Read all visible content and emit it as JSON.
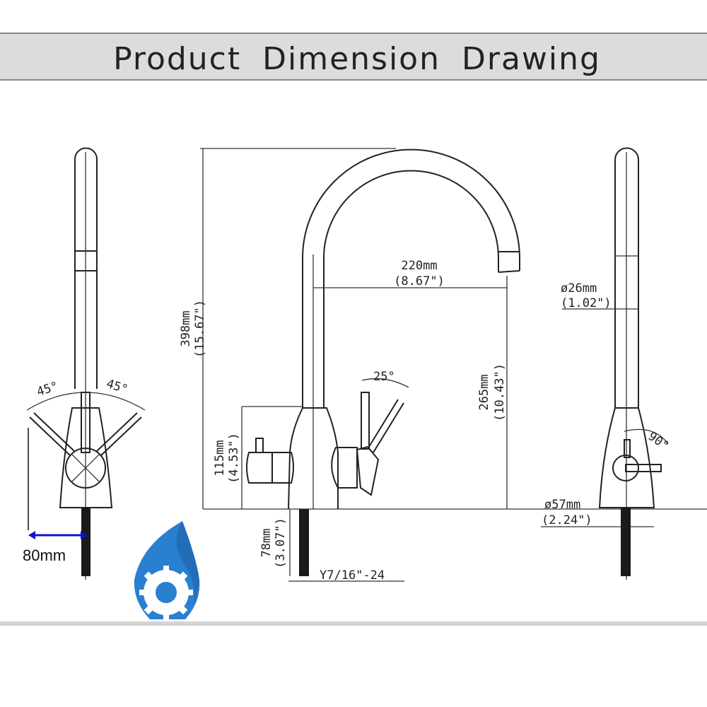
{
  "header": {
    "title": "Product Dimension Drawing"
  },
  "front_view": {
    "angle_left": "45°",
    "angle_right": "45°",
    "offset_label": "80mm",
    "arrow_color": "#1010d0"
  },
  "side_view": {
    "height_mm": "398mm",
    "height_in": "(15.67\")",
    "reach_mm": "220mm",
    "reach_in": "(8.67\")",
    "spout_height_mm": "265mm",
    "spout_height_in": "(10.43\")",
    "body_height_mm": "115mm",
    "body_height_in": "(4.53\")",
    "shank_mm": "78mm",
    "shank_in": "(3.07\")",
    "thread": "Y7/16\"-24",
    "handle_angle": "25°"
  },
  "rear_view": {
    "tube_dia_mm": "ø26mm",
    "tube_dia_in": "(1.02\")",
    "base_dia_mm": "ø57mm",
    "base_dia_in": "(2.24\")",
    "handle_angle": "90°"
  },
  "logo": {
    "icon": "water-drop-gear-logo",
    "color": "#2a7fd0"
  }
}
